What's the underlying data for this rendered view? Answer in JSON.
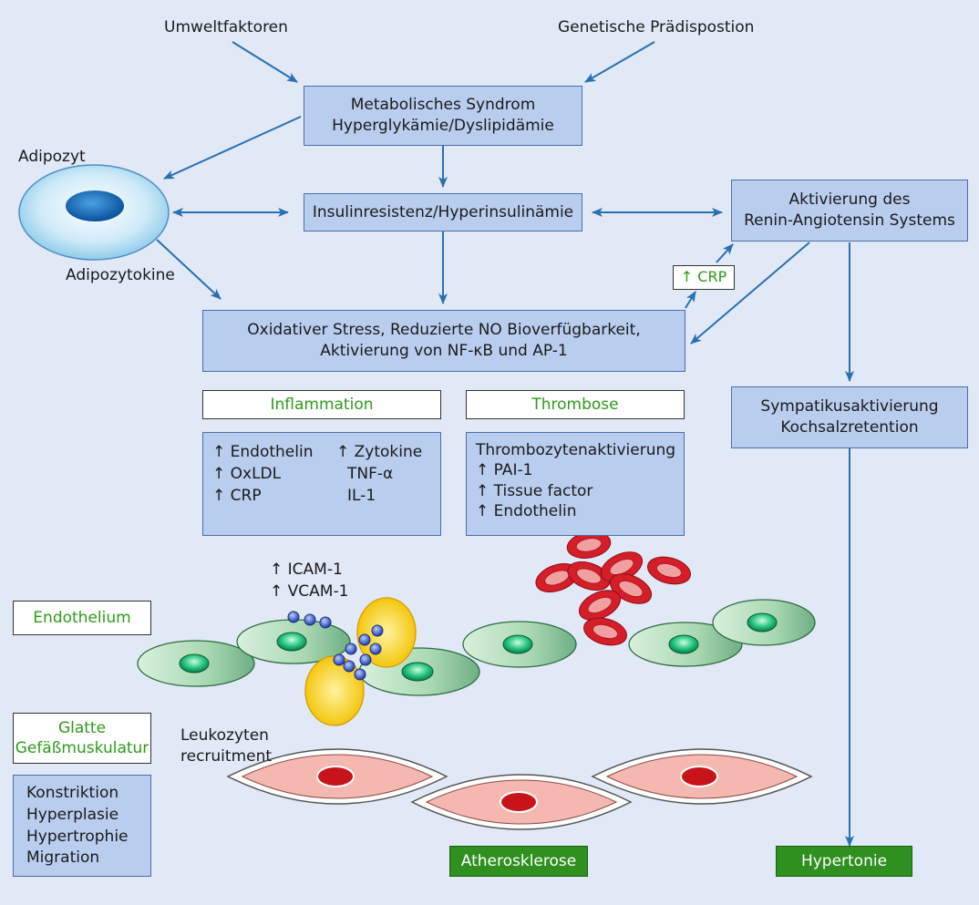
{
  "labels": {
    "umweltfaktoren": "Umweltfaktoren",
    "genetische": "Genetische Prädispostion",
    "adipozyt": "Adipozyt",
    "adipozytokine": "Adipozytokine",
    "leukozyten_1": "Leukozyten",
    "leukozyten_2": "recruitment"
  },
  "boxes": {
    "metabolisch_1": "Metabolisches Syndrom",
    "metabolisch_2": "Hyperglykämie/Dyslipidämie",
    "insulin": "Insulinresistenz/Hyperinsulinämie",
    "raas_1": "Aktivierung des",
    "raas_2": "Renin-Angiotensin Systems",
    "crp": "↑ CRP",
    "oxidativ_1": "Oxidativer Stress, Reduzierte NO Bioverfügbarkeit,",
    "oxidativ_2": "Aktivierung von NF-κB und AP-1",
    "sympatikus_1": "Sympatikusaktivierung",
    "sympatikus_2": "Kochsalzretention",
    "inflammation": "Inflammation",
    "thrombose": "Thrombose",
    "endothelium": "Endothelium",
    "glatte_1": "Glatte",
    "glatte_2": "Gefäßmuskulatur",
    "atherosklerose": "Atherosklerose",
    "hypertonie": "Hypertonie"
  },
  "inflammation_list": {
    "left": [
      "↑ Endothelin",
      "↑ OxLDL",
      "↑ CRP"
    ],
    "right": [
      "↑ Zytokine",
      "TNF-α",
      "IL-1"
    ]
  },
  "thrombose_list": [
    "Thrombozytenaktivierung",
    "↑ PAI-1",
    "↑ Tissue factor",
    "↑ Endothelin"
  ],
  "adhesion_list": [
    "↑ ICAM-1",
    "↑ VCAM-1"
  ],
  "muscle_effects": [
    "Konstriktion",
    "Hyperplasie",
    "Hypertrophie",
    "Migration"
  ],
  "colors": {
    "background": "#e1e8f6",
    "box_fill": "#b9cdef",
    "arrow": "#2a6fb0",
    "label_green": "#2e9a1a",
    "outcome_green": "#2f8f1f"
  }
}
